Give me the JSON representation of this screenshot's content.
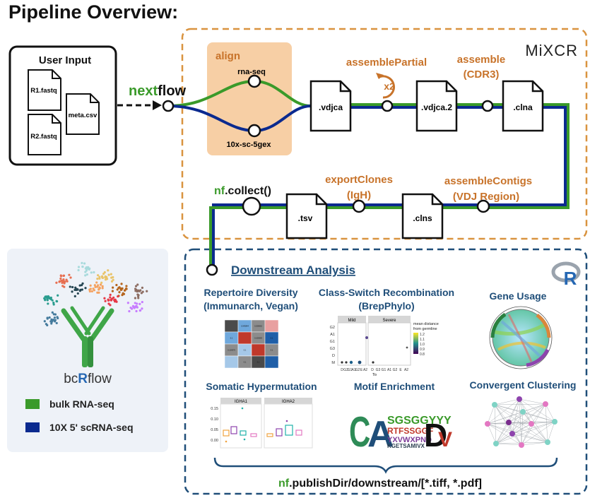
{
  "title": "Pipeline Overview:",
  "user_input": {
    "title": "User Input",
    "files": [
      "R1.fastq",
      "R2.fastq",
      "meta.csv"
    ]
  },
  "nextflow": {
    "prefix": "next",
    "suffix": "flow"
  },
  "mixcr": {
    "logo": "MiXCR",
    "align": {
      "label": "align",
      "branch_top": "rna-seq",
      "branch_bottom": "10x-sc-5gex"
    },
    "steps": [
      {
        "label": "assemblePartial",
        "badge": "x2"
      },
      {
        "label": "assemble",
        "sub": "(CDR3)"
      },
      {
        "label": "exportClones",
        "sub": "(IgH)"
      },
      {
        "label": "assembleContigs",
        "sub": "(VDJ Region)"
      }
    ],
    "files": [
      ".vdjca",
      ".vdjca.2",
      ".clna",
      ".clns",
      ".tsv"
    ],
    "collect": {
      "prefix": "nf",
      "suffix": ".collect()"
    }
  },
  "downstream": {
    "title": "Downstream Analysis",
    "r_logo": "R",
    "panels": [
      {
        "title": "Repertoire Diversity",
        "sub": "(Immunarch, Vegan)"
      },
      {
        "title": "Class-Switch Recombination",
        "sub": "(BrepPhylo)"
      },
      {
        "title": "Gene Usage",
        "sub": ""
      },
      {
        "title": "Somatic Hypermutation",
        "sub": ""
      },
      {
        "title": "Motif Enrichment",
        "sub": ""
      },
      {
        "title": "Convergent Clustering",
        "sub": ""
      }
    ],
    "csr_facets": [
      "Mild",
      "Severe"
    ],
    "csr_yticks": [
      "G2",
      "A1",
      "G1",
      "G3",
      "D",
      "M"
    ],
    "csr_xticks": [
      "D",
      "G3",
      "G1",
      "A1",
      "G2",
      "E",
      "A2"
    ],
    "csr_xlabel": "To",
    "csr_legend_title": "mean distance\nfrom germline",
    "csr_legend_ticks": [
      "1.2",
      "1.1",
      "1.0",
      "0.9",
      "0.8"
    ],
    "shm_facets": [
      "IGHA1",
      "IGHA2"
    ],
    "shm_yticks": [
      "0.15",
      "0.10",
      "0.05",
      "0.00"
    ],
    "heat_labels": [
      "0.045844",
      "0.208062",
      "0.1",
      "0.105083",
      "0.1",
      "0.1",
      "0.1",
      "0.1",
      "0.120076",
      "0.1"
    ],
    "publish": {
      "prefix": "nf",
      "suffix": ".publishDir/downstream/[*.tiff, *.pdf]"
    }
  },
  "legend": {
    "logo": {
      "prefix": "bc",
      "mid": "R",
      "suffix": "flow"
    },
    "items": [
      {
        "label": "bulk RNA-seq",
        "color": "#3a9a2a"
      },
      {
        "label": "10X 5' scRNA-seq",
        "color": "#0b2a8f"
      }
    ]
  },
  "colors": {
    "orange": "#c8732a",
    "navy": "#1f4e79",
    "green": "#3a9a2a",
    "blue": "#0b2a8f"
  }
}
